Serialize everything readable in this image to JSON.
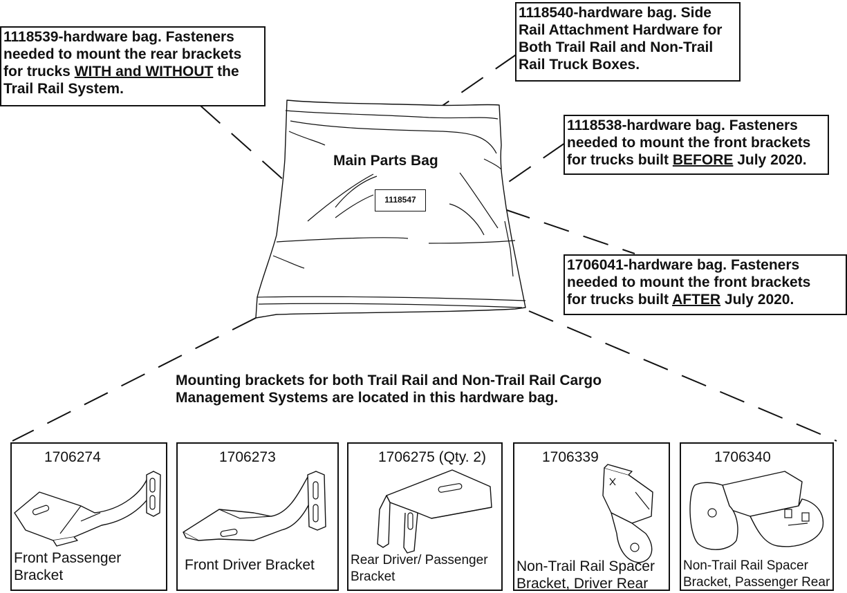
{
  "callouts": {
    "bag_1118539": {
      "number": "1118539",
      "line1": "-hardware bag. Fasteners",
      "line2": "needed to mount the rear brackets",
      "line3_a": "for trucks ",
      "line3_u": "WITH and WITHOUT",
      "line3_b": " the",
      "line4": "Trail Rail System."
    },
    "bag_1118540": {
      "number": "1118540",
      "line1": "-hardware bag. Side",
      "line2": "Rail Attachment Hardware for",
      "line3": "Both Trail Rail and Non-Trail",
      "line4": "Rail Truck Boxes."
    },
    "bag_1118538": {
      "number": "1118538",
      "line1": "-hardware bag. Fasteners",
      "line2": "needed to mount the front brackets",
      "line3_a": "for trucks built ",
      "line3_u": "BEFORE",
      "line3_b": " July 2020."
    },
    "bag_1706041": {
      "number": "1706041",
      "line1": "-hardware bag. Fasteners",
      "line2": "needed to mount the front brackets",
      "line3_a": "for trucks built ",
      "line3_u": "AFTER",
      "line3_b": " July 2020."
    }
  },
  "main_bag": {
    "title": "Main Parts Bag",
    "tag": "1118547"
  },
  "mounting_note": {
    "line1": "Mounting brackets for both Trail Rail and Non-Trail Rail Cargo",
    "line2": "Management Systems are located in this hardware bag."
  },
  "parts": [
    {
      "number": "1706274",
      "caption_line1": "Front Passenger",
      "caption_line2": "Bracket"
    },
    {
      "number": "1706273",
      "caption_line1": "Front Driver Bracket",
      "caption_line2": ""
    },
    {
      "number": "1706275",
      "qty": "(Qty. 2)",
      "caption_line1": "Rear Driver/ Passenger",
      "caption_line2": "Bracket"
    },
    {
      "number": "1706339",
      "caption_line1": "Non-Trail Rail Spacer",
      "caption_line2": "Bracket, Driver Rear"
    },
    {
      "number": "1706340",
      "caption_line1": "Non-Trail Rail Spacer",
      "caption_line2": "Bracket, Passenger Rear"
    }
  ],
  "colors": {
    "ink": "#111111",
    "background": "#ffffff"
  }
}
